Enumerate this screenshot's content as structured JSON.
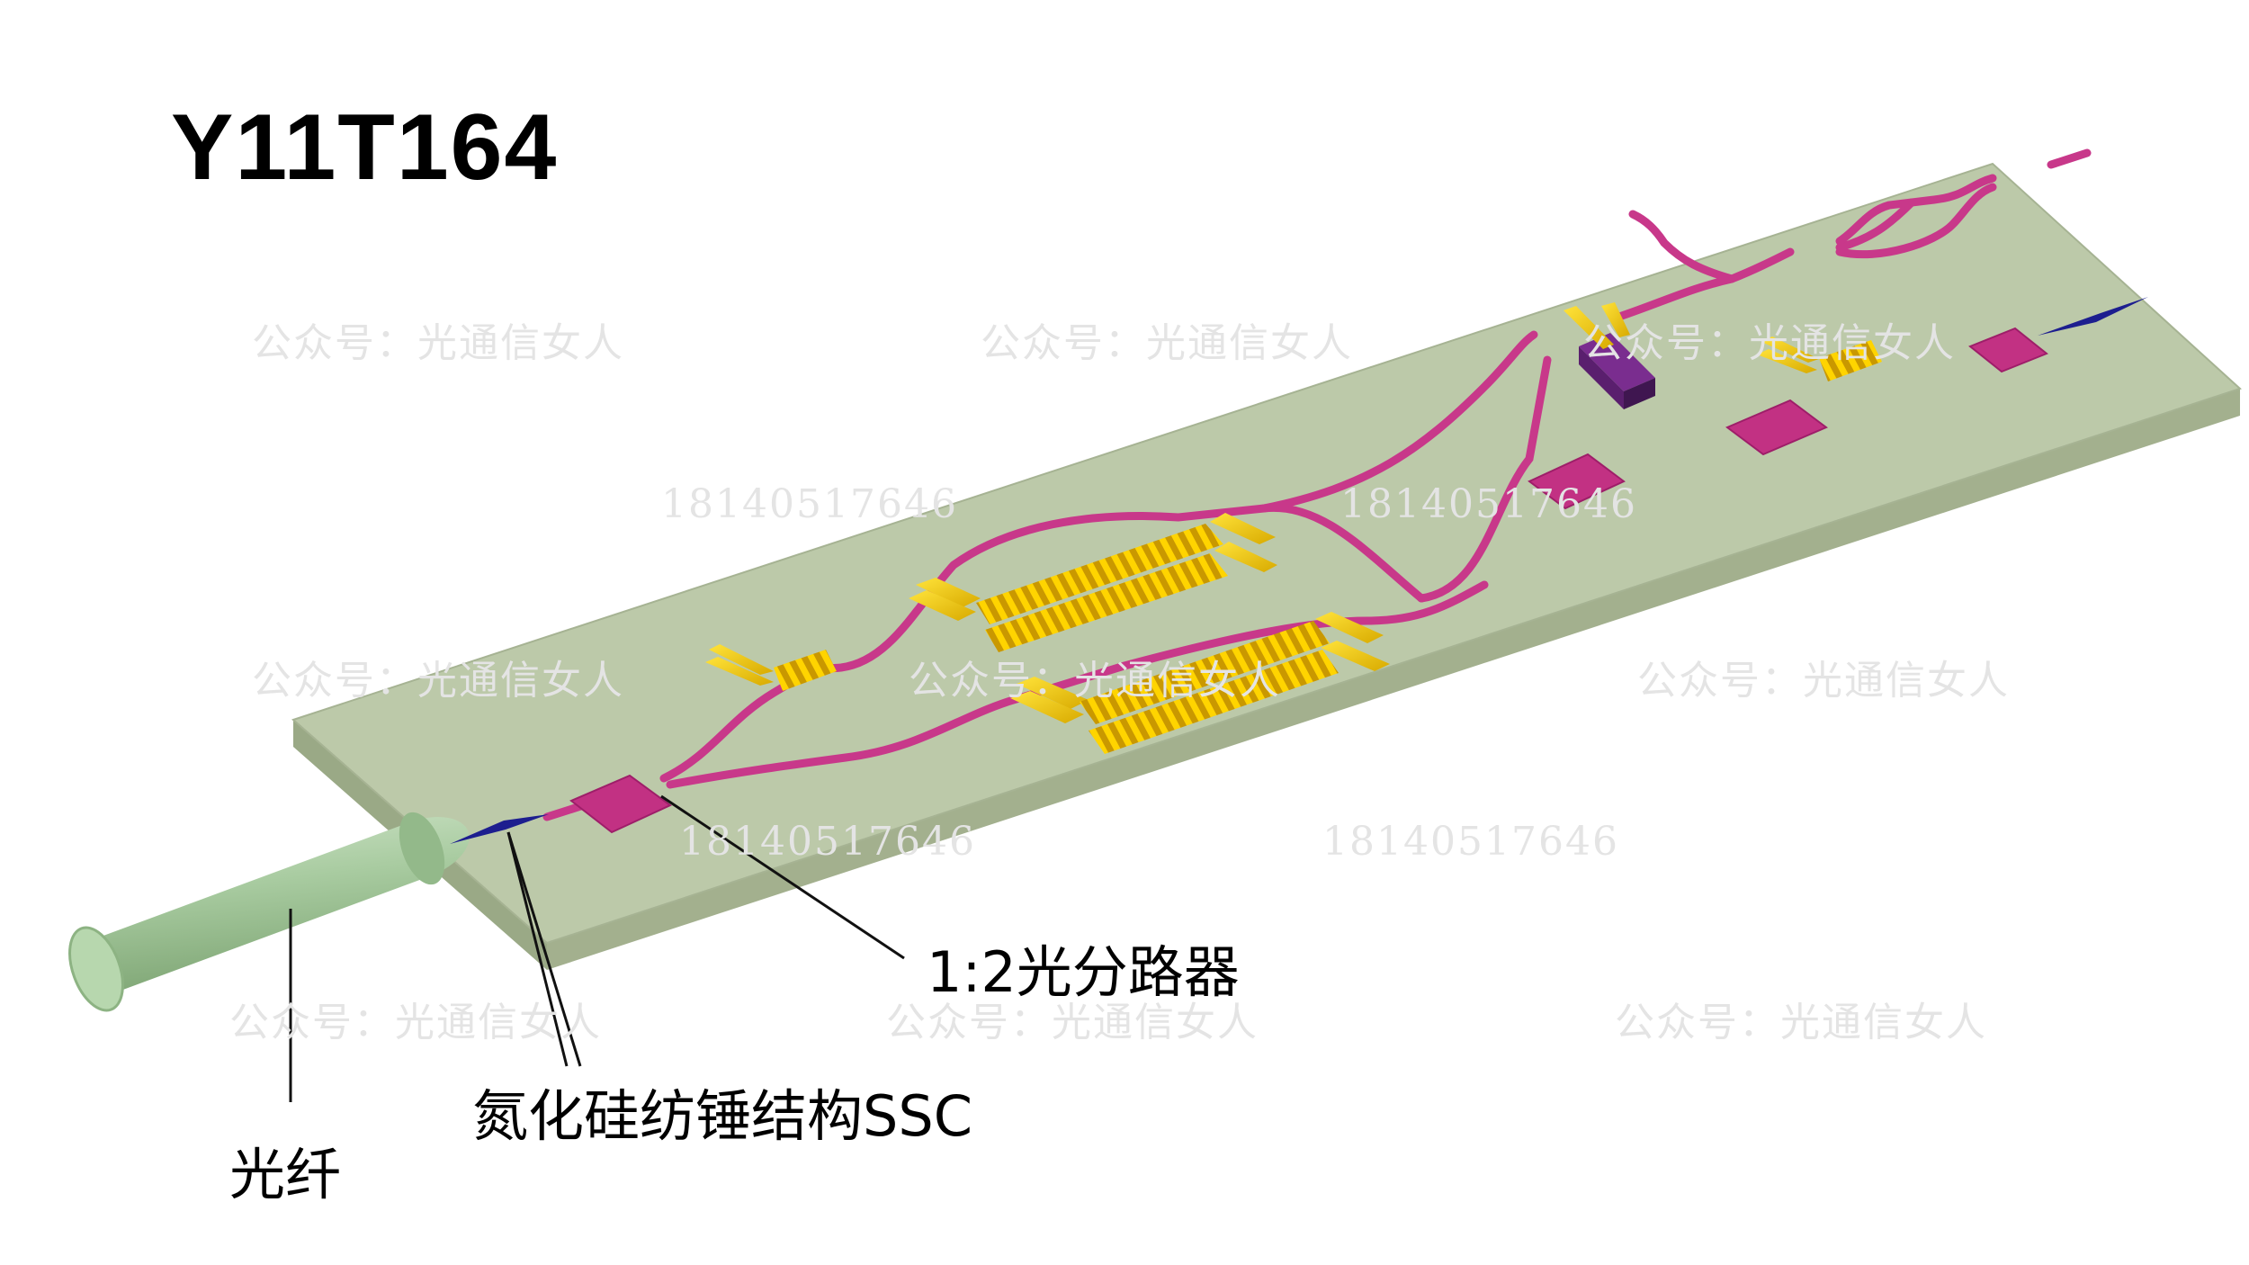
{
  "title": "Y11T164",
  "labels": {
    "fiber": "光纤",
    "ssc": "氮化硅纺锤结构SSC",
    "splitter": "1:2光分路器"
  },
  "watermarks": {
    "account": "公众号：光通信女人",
    "phone": "18140517646"
  },
  "colors": {
    "substrate_top": "#bcc9a9",
    "substrate_side": "#a3b08e",
    "waveguide": "#c8388a",
    "mmi": "#c23183",
    "electrode": "#f0c800",
    "ssc_taper": "#1d1e8f",
    "fiber": "#a8cba0"
  }
}
